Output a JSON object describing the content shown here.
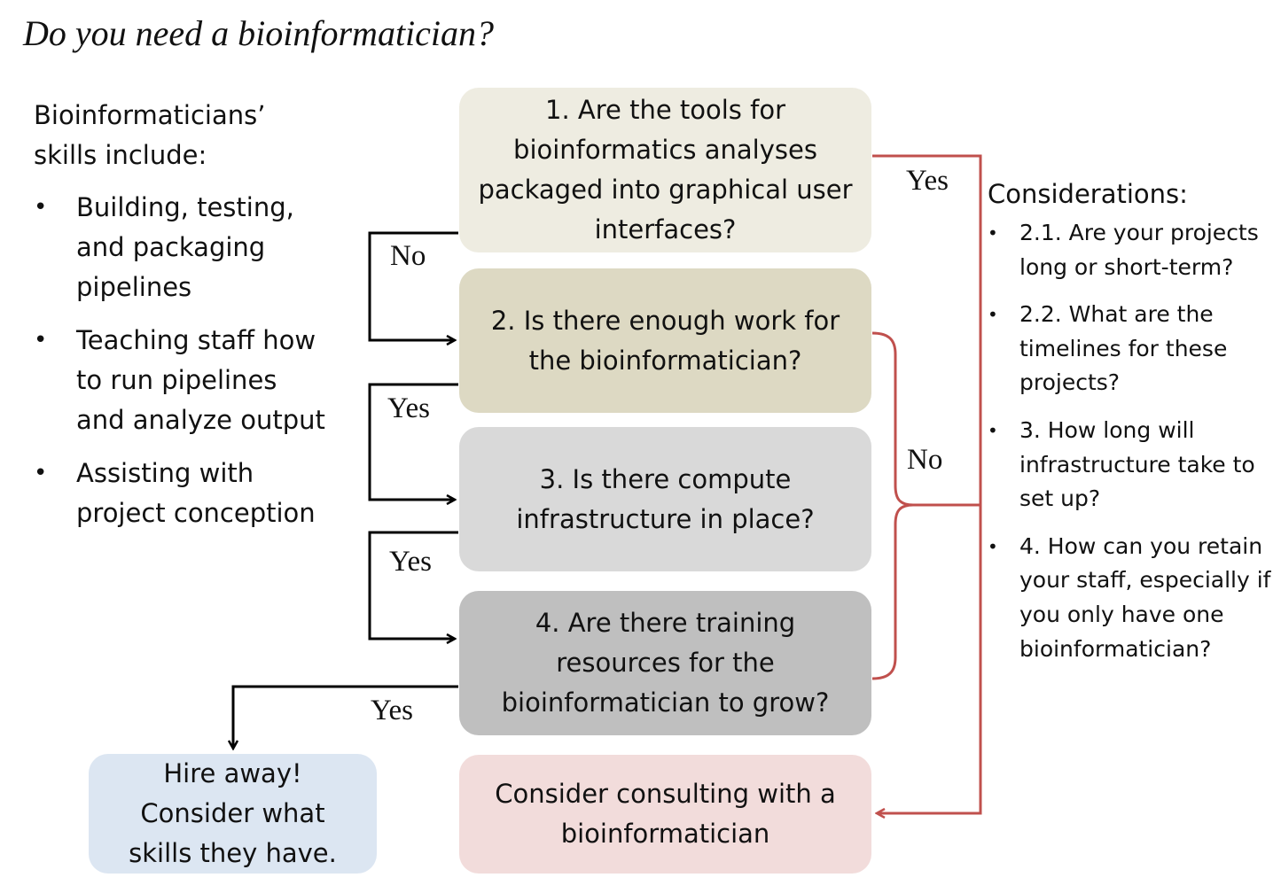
{
  "title": "Do you need a bioinformatician?",
  "skills": {
    "intro": "Bioinformaticians’ skills include:",
    "bullet": "•",
    "items": [
      "Building, testing, and packaging pipelines",
      "Teaching staff how to run pipelines and analyze output",
      "Assisting with project conception"
    ]
  },
  "flow": {
    "q1": "1. Are the tools for bioinformatics analyses packaged into graphical user interfaces?",
    "q2": "2. Is there enough work for the bioinformatician?",
    "q3": "3. Is there compute infrastructure in place?",
    "q4": "4. Are there training resources for the bioinformatician to grow?",
    "hire": "Hire away! Consider what skills they have.",
    "consult": "Consider consulting with a bioinformatician",
    "labels": {
      "no_q1": "No",
      "yes_q2": "Yes",
      "yes_q3": "Yes",
      "yes_q4": "Yes",
      "yes_q1": "Yes",
      "no_bracket": "No"
    }
  },
  "considerations": {
    "heading": "Considerations:",
    "bullet": "•",
    "items": [
      "2.1. Are your projects long or short-term?",
      "2.2. What are the timelines for these projects?",
      "3. How long will infrastructure take to set up?",
      "4. How can you retain your staff, especially if you only have one bioinformatician?"
    ]
  },
  "colors": {
    "q1_fill": "#eeece1",
    "q2_fill": "#ddd9c3",
    "q3_fill": "#d9d9d9",
    "q4_fill": "#bfbfbf",
    "consult_fill": "#f2dcdb",
    "hire_fill": "#dce6f2",
    "yes_path": "#000000",
    "no_path": "#c0504d"
  }
}
